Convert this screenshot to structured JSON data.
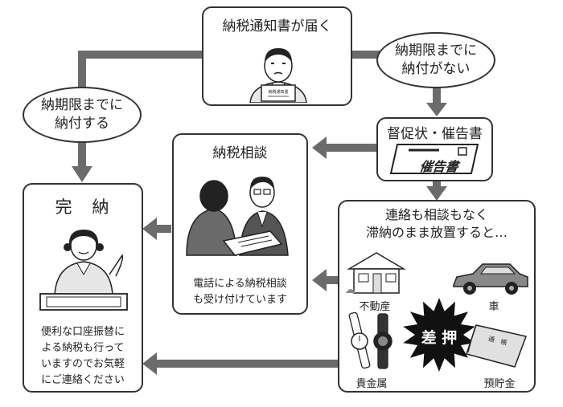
{
  "notice": {
    "title": "納税通知書が届く",
    "card_text": "納税通知書"
  },
  "paid_by_deadline": "納期限までに\n納付する",
  "unpaid_by_deadline": "納期限までに\n納付がない",
  "reminder": {
    "title": "督促状・催告書",
    "card_label": "催告書"
  },
  "consultation": {
    "title": "納税相談",
    "note": "電話による納税相談\nも受け付けています"
  },
  "completion": {
    "title": "完　納",
    "note": "便利な口座振替に\nよる納税も行って\nいますのでお気軽\nにご連絡ください"
  },
  "neglect": {
    "title": "連絡も相談もなく\n滞納のまま放置すると…",
    "seizure_label": "差 押",
    "assets": {
      "real_estate": "不動産",
      "car": "車",
      "precious_metals": "貴金属",
      "savings": "預貯金",
      "bankbook_text": "通　帳"
    }
  },
  "colors": {
    "arrow": "#6b6b6b",
    "border": "#333333",
    "stamp": "#111111"
  }
}
